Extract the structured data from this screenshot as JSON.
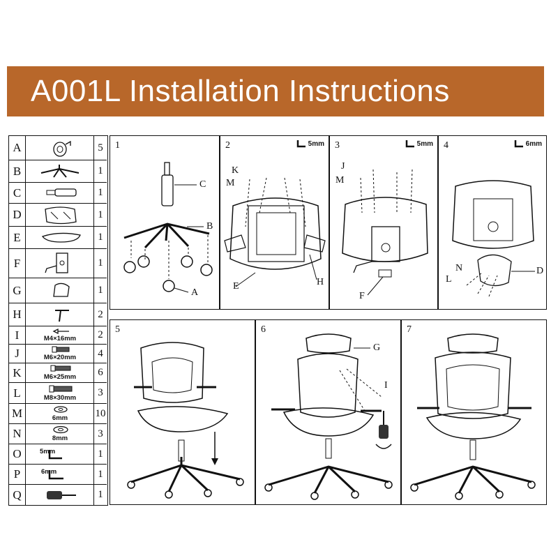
{
  "header": {
    "title": "A001L Installation Instructions",
    "color": "#b8672a"
  },
  "parts": [
    {
      "letter": "A",
      "icon": "caster-wheel-icon",
      "spec": "",
      "qty": "5"
    },
    {
      "letter": "B",
      "icon": "star-base-icon",
      "spec": "",
      "qty": "1"
    },
    {
      "letter": "C",
      "icon": "gas-cylinder-icon",
      "spec": "",
      "qty": "1"
    },
    {
      "letter": "D",
      "icon": "seat-icon",
      "spec": "",
      "qty": "1"
    },
    {
      "letter": "E",
      "icon": "seat-pan-icon",
      "spec": "",
      "qty": "1"
    },
    {
      "letter": "F",
      "icon": "mechanism-icon",
      "spec": "",
      "qty": "1"
    },
    {
      "letter": "G",
      "icon": "headrest-icon",
      "spec": "",
      "qty": "1"
    },
    {
      "letter": "H",
      "icon": "bracket-icon",
      "spec": "",
      "qty": "2"
    },
    {
      "letter": "I",
      "icon": "screw-icon",
      "spec": "M4×16mm",
      "qty": "2"
    },
    {
      "letter": "J",
      "icon": "bolt-icon",
      "spec": "M6×20mm",
      "qty": "4"
    },
    {
      "letter": "K",
      "icon": "bolt-icon",
      "spec": "M6×25mm",
      "qty": "6"
    },
    {
      "letter": "L",
      "icon": "bolt-icon",
      "spec": "M8×30mm",
      "qty": "3"
    },
    {
      "letter": "M",
      "icon": "washer-icon",
      "spec": "6mm",
      "qty": "10"
    },
    {
      "letter": "N",
      "icon": "washer-icon",
      "spec": "8mm",
      "qty": "3"
    },
    {
      "letter": "O",
      "icon": "allen-key-icon",
      "spec": "5mm",
      "qty": "1"
    },
    {
      "letter": "P",
      "icon": "allen-key-icon",
      "spec": "6mm",
      "qty": "1"
    },
    {
      "letter": "Q",
      "icon": "screwdriver-icon",
      "spec": "",
      "qty": "1"
    }
  ],
  "steps": [
    {
      "num": "1",
      "tool": "",
      "labels": [
        "C",
        "B",
        "A"
      ]
    },
    {
      "num": "2",
      "tool": "5mm",
      "labels": [
        "K",
        "M",
        "E",
        "H"
      ]
    },
    {
      "num": "3",
      "tool": "5mm",
      "labels": [
        "J",
        "M",
        "F"
      ]
    },
    {
      "num": "4",
      "tool": "6mm",
      "labels": [
        "N",
        "L",
        "D"
      ]
    },
    {
      "num": "5",
      "tool": "",
      "labels": []
    },
    {
      "num": "6",
      "tool": "",
      "labels": [
        "G",
        "I"
      ]
    },
    {
      "num": "7",
      "tool": "",
      "labels": []
    }
  ]
}
